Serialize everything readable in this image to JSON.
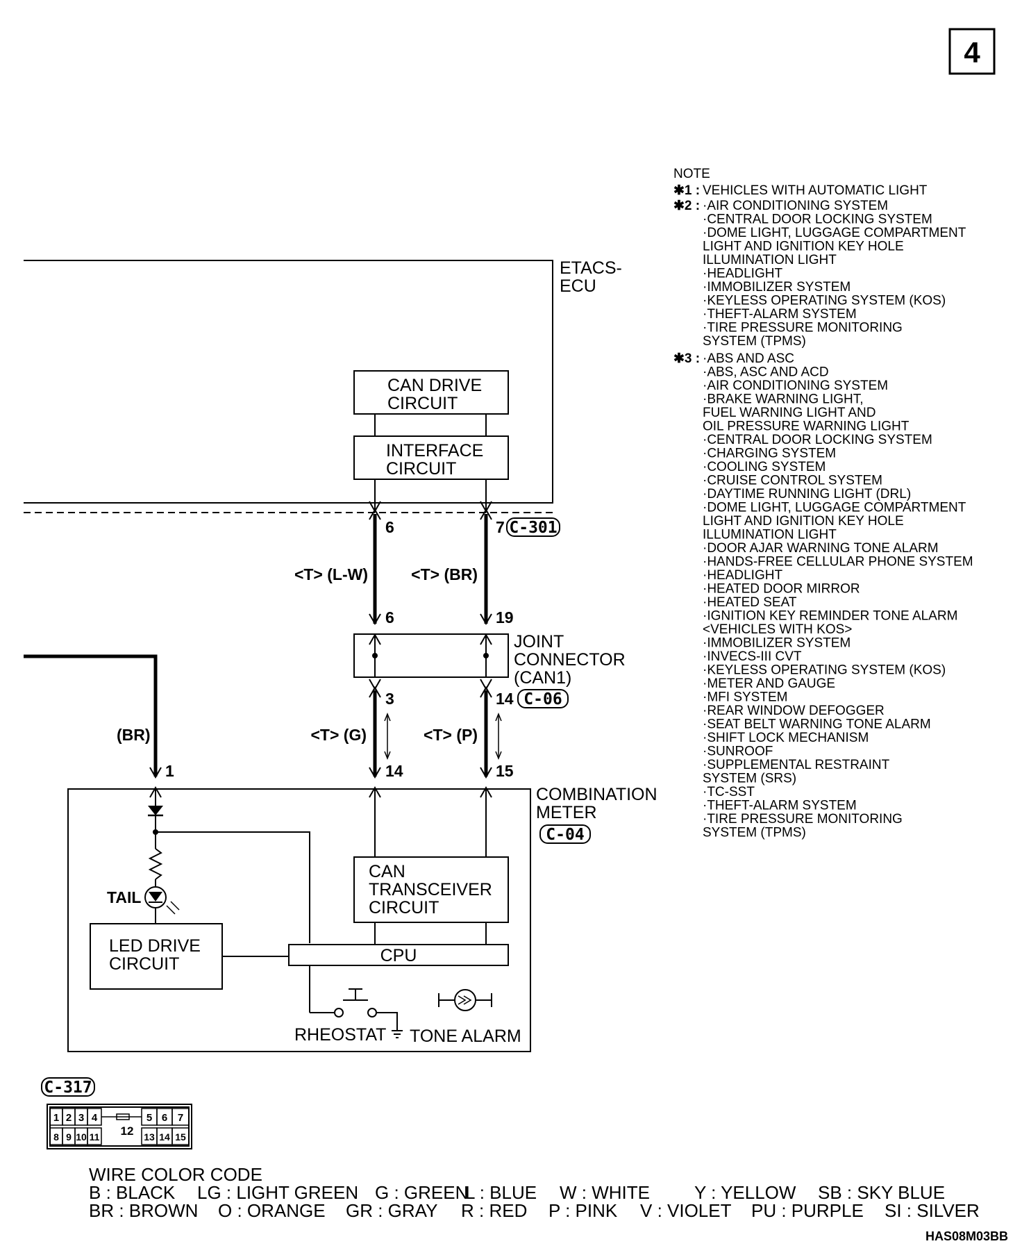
{
  "page_number": "4",
  "figure_code": "HAS08M03BB",
  "etacs": {
    "label_line1": "ETACS-",
    "label_line2": "ECU",
    "can_drive_line1": "CAN DRIVE",
    "can_drive_line2": "CIRCUIT",
    "interface_line1": "INTERFACE",
    "interface_line2": "CIRCUIT",
    "connector": "C-301"
  },
  "pins": {
    "etacs_left": "6",
    "etacs_right": "7",
    "joint_top_left": "6",
    "joint_top_right": "19",
    "joint_bottom_left": "3",
    "joint_bottom_right": "14",
    "meter_left": "14",
    "meter_right": "15",
    "meter_power": "1"
  },
  "wires": {
    "upper_left": "<T> (L-W)",
    "upper_right": "<T> (BR)",
    "lower_left": "<T> (G)",
    "lower_right": "<T> (P)",
    "power": "(BR)"
  },
  "joint": {
    "line1": "JOINT",
    "line2": "CONNECTOR",
    "line3": "(CAN1)",
    "connector": "C-06"
  },
  "meter": {
    "line1": "COMBINATION",
    "line2": "METER",
    "connector": "C-04",
    "can_line1": "CAN",
    "can_line2": "TRANSCEIVER",
    "can_line3": "CIRCUIT",
    "cpu": "CPU",
    "led_line1": "LED DRIVE",
    "led_line2": "CIRCUIT",
    "tail": "TAIL",
    "rheostat": "RHEOSTAT",
    "tone_alarm": "TONE ALARM"
  },
  "connector_c317": {
    "label": "C-317",
    "top_pins": [
      "1",
      "2",
      "3",
      "4",
      "5",
      "6",
      "7"
    ],
    "bottom_pins": [
      "8",
      "9",
      "10",
      "11",
      "13",
      "14",
      "15"
    ],
    "center_pin": "12"
  },
  "notes": {
    "title": "NOTE",
    "n1_mark": "✱1 :",
    "n1": [
      "VEHICLES WITH AUTOMATIC LIGHT"
    ],
    "n2_mark": "✱2 :",
    "n2": [
      "·AIR CONDITIONING SYSTEM",
      "·CENTRAL DOOR LOCKING SYSTEM",
      "·DOME LIGHT, LUGGAGE COMPARTMENT",
      " LIGHT AND IGNITION KEY HOLE",
      " ILLUMINATION LIGHT",
      "·HEADLIGHT",
      "·IMMOBILIZER SYSTEM",
      "·KEYLESS OPERATING SYSTEM (KOS)",
      "·THEFT-ALARM SYSTEM",
      "·TIRE PRESSURE MONITORING",
      " SYSTEM (TPMS)"
    ],
    "n3_mark": "✱3 :",
    "n3": [
      "·ABS AND ASC",
      "·ABS, ASC AND ACD",
      "·AIR CONDITIONING SYSTEM",
      "·BRAKE WARNING LIGHT,",
      " FUEL WARNING LIGHT AND",
      " OIL PRESSURE WARNING LIGHT",
      "·CENTRAL DOOR LOCKING SYSTEM",
      "·CHARGING SYSTEM",
      "·COOLING SYSTEM",
      "·CRUISE CONTROL SYSTEM",
      "·DAYTIME RUNNING LIGHT (DRL)",
      "·DOME LIGHT, LUGGAGE COMPARTMENT",
      " LIGHT AND IGNITION KEY HOLE",
      " ILLUMINATION LIGHT",
      "·DOOR AJAR WARNING TONE ALARM",
      "·HANDS-FREE CELLULAR PHONE SYSTEM",
      "·HEADLIGHT",
      "·HEATED DOOR MIRROR",
      "·HEATED SEAT",
      "·IGNITION KEY REMINDER TONE ALARM",
      " <VEHICLES WITH KOS>",
      "·IMMOBILIZER SYSTEM",
      "·INVECS-III CVT",
      "·KEYLESS OPERATING SYSTEM (KOS)",
      "·METER AND GAUGE",
      "·MFI SYSTEM",
      "·REAR WINDOW DEFOGGER",
      "·SEAT BELT WARNING TONE ALARM",
      "·SHIFT LOCK MECHANISM",
      "·SUNROOF",
      "·SUPPLEMENTAL RESTRAINT",
      " SYSTEM (SRS)",
      "·TC-SST",
      "·THEFT-ALARM SYSTEM",
      "·TIRE PRESSURE MONITORING",
      " SYSTEM (TPMS)"
    ]
  },
  "wire_color_code": {
    "title": "WIRE COLOR CODE",
    "row1": [
      "B : BLACK",
      "LG : LIGHT GREEN",
      "G : GREEN",
      "L : BLUE",
      "W : WHITE",
      "Y : YELLOW",
      "SB : SKY BLUE"
    ],
    "row2": [
      "BR : BROWN",
      "O : ORANGE",
      "GR : GRAY",
      "R : RED",
      "P : PINK",
      "V : VIOLET",
      "PU : PURPLE",
      "SI : SILVER"
    ]
  }
}
